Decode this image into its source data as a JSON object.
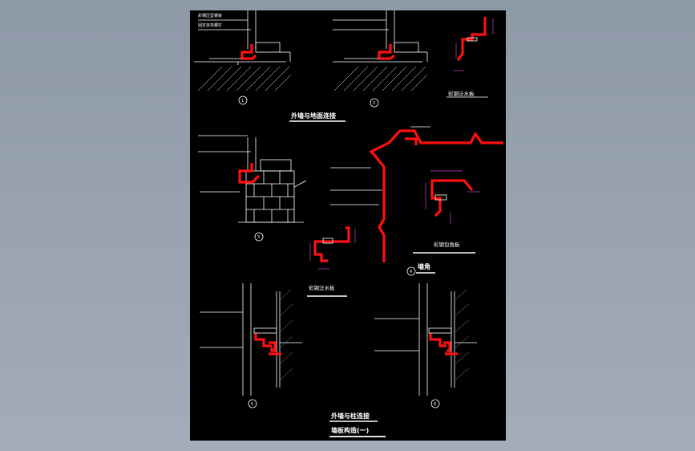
{
  "drawing": {
    "titles": {
      "wall_ground": "外墙与地面连接",
      "wall_column": "外墙与柱连接",
      "sheet": "墙板构造(一)",
      "corner": "墙角",
      "flashing_1": "彩钢泛水板",
      "flashing_2": "彩钢泛水板",
      "corner_trim": "彩钢包角板"
    },
    "detail_numbers": [
      "1",
      "2",
      "3",
      "4",
      "5",
      "6"
    ],
    "labels": {
      "d1_panel": "彩钢压型钢板",
      "d1_rivet": "固定自攻螺钉",
      "d1_spacing": "@"
    }
  }
}
